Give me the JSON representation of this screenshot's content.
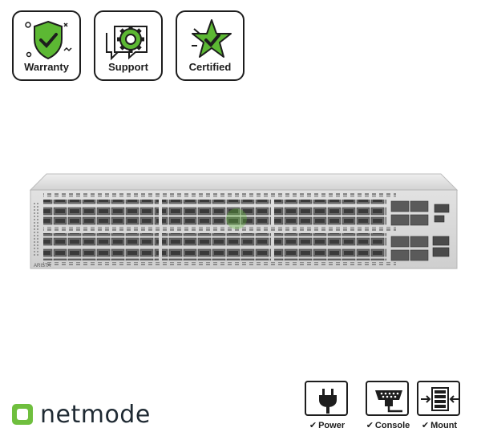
{
  "badges": [
    {
      "label": "Warranty",
      "icon": "shield-check-icon"
    },
    {
      "label": "Support",
      "icon": "gear-chat-icon"
    },
    {
      "label": "Certified",
      "icon": "star-check-icon"
    }
  ],
  "product": {
    "name": "network switch product photo",
    "vendor_mark": "ARISTA"
  },
  "brand": {
    "name": "netmode",
    "accent": "#6fbf3e"
  },
  "features": [
    {
      "label": "Power",
      "icon": "power-plug-icon"
    },
    {
      "label": "Console",
      "icon": "console-cable-icon"
    },
    {
      "label": "Mount",
      "icon": "rack-mount-icon"
    }
  ],
  "colors": {
    "accent_green": "#5cb833",
    "outline": "#1d1d1d",
    "chassis": "#d8d8d8"
  }
}
